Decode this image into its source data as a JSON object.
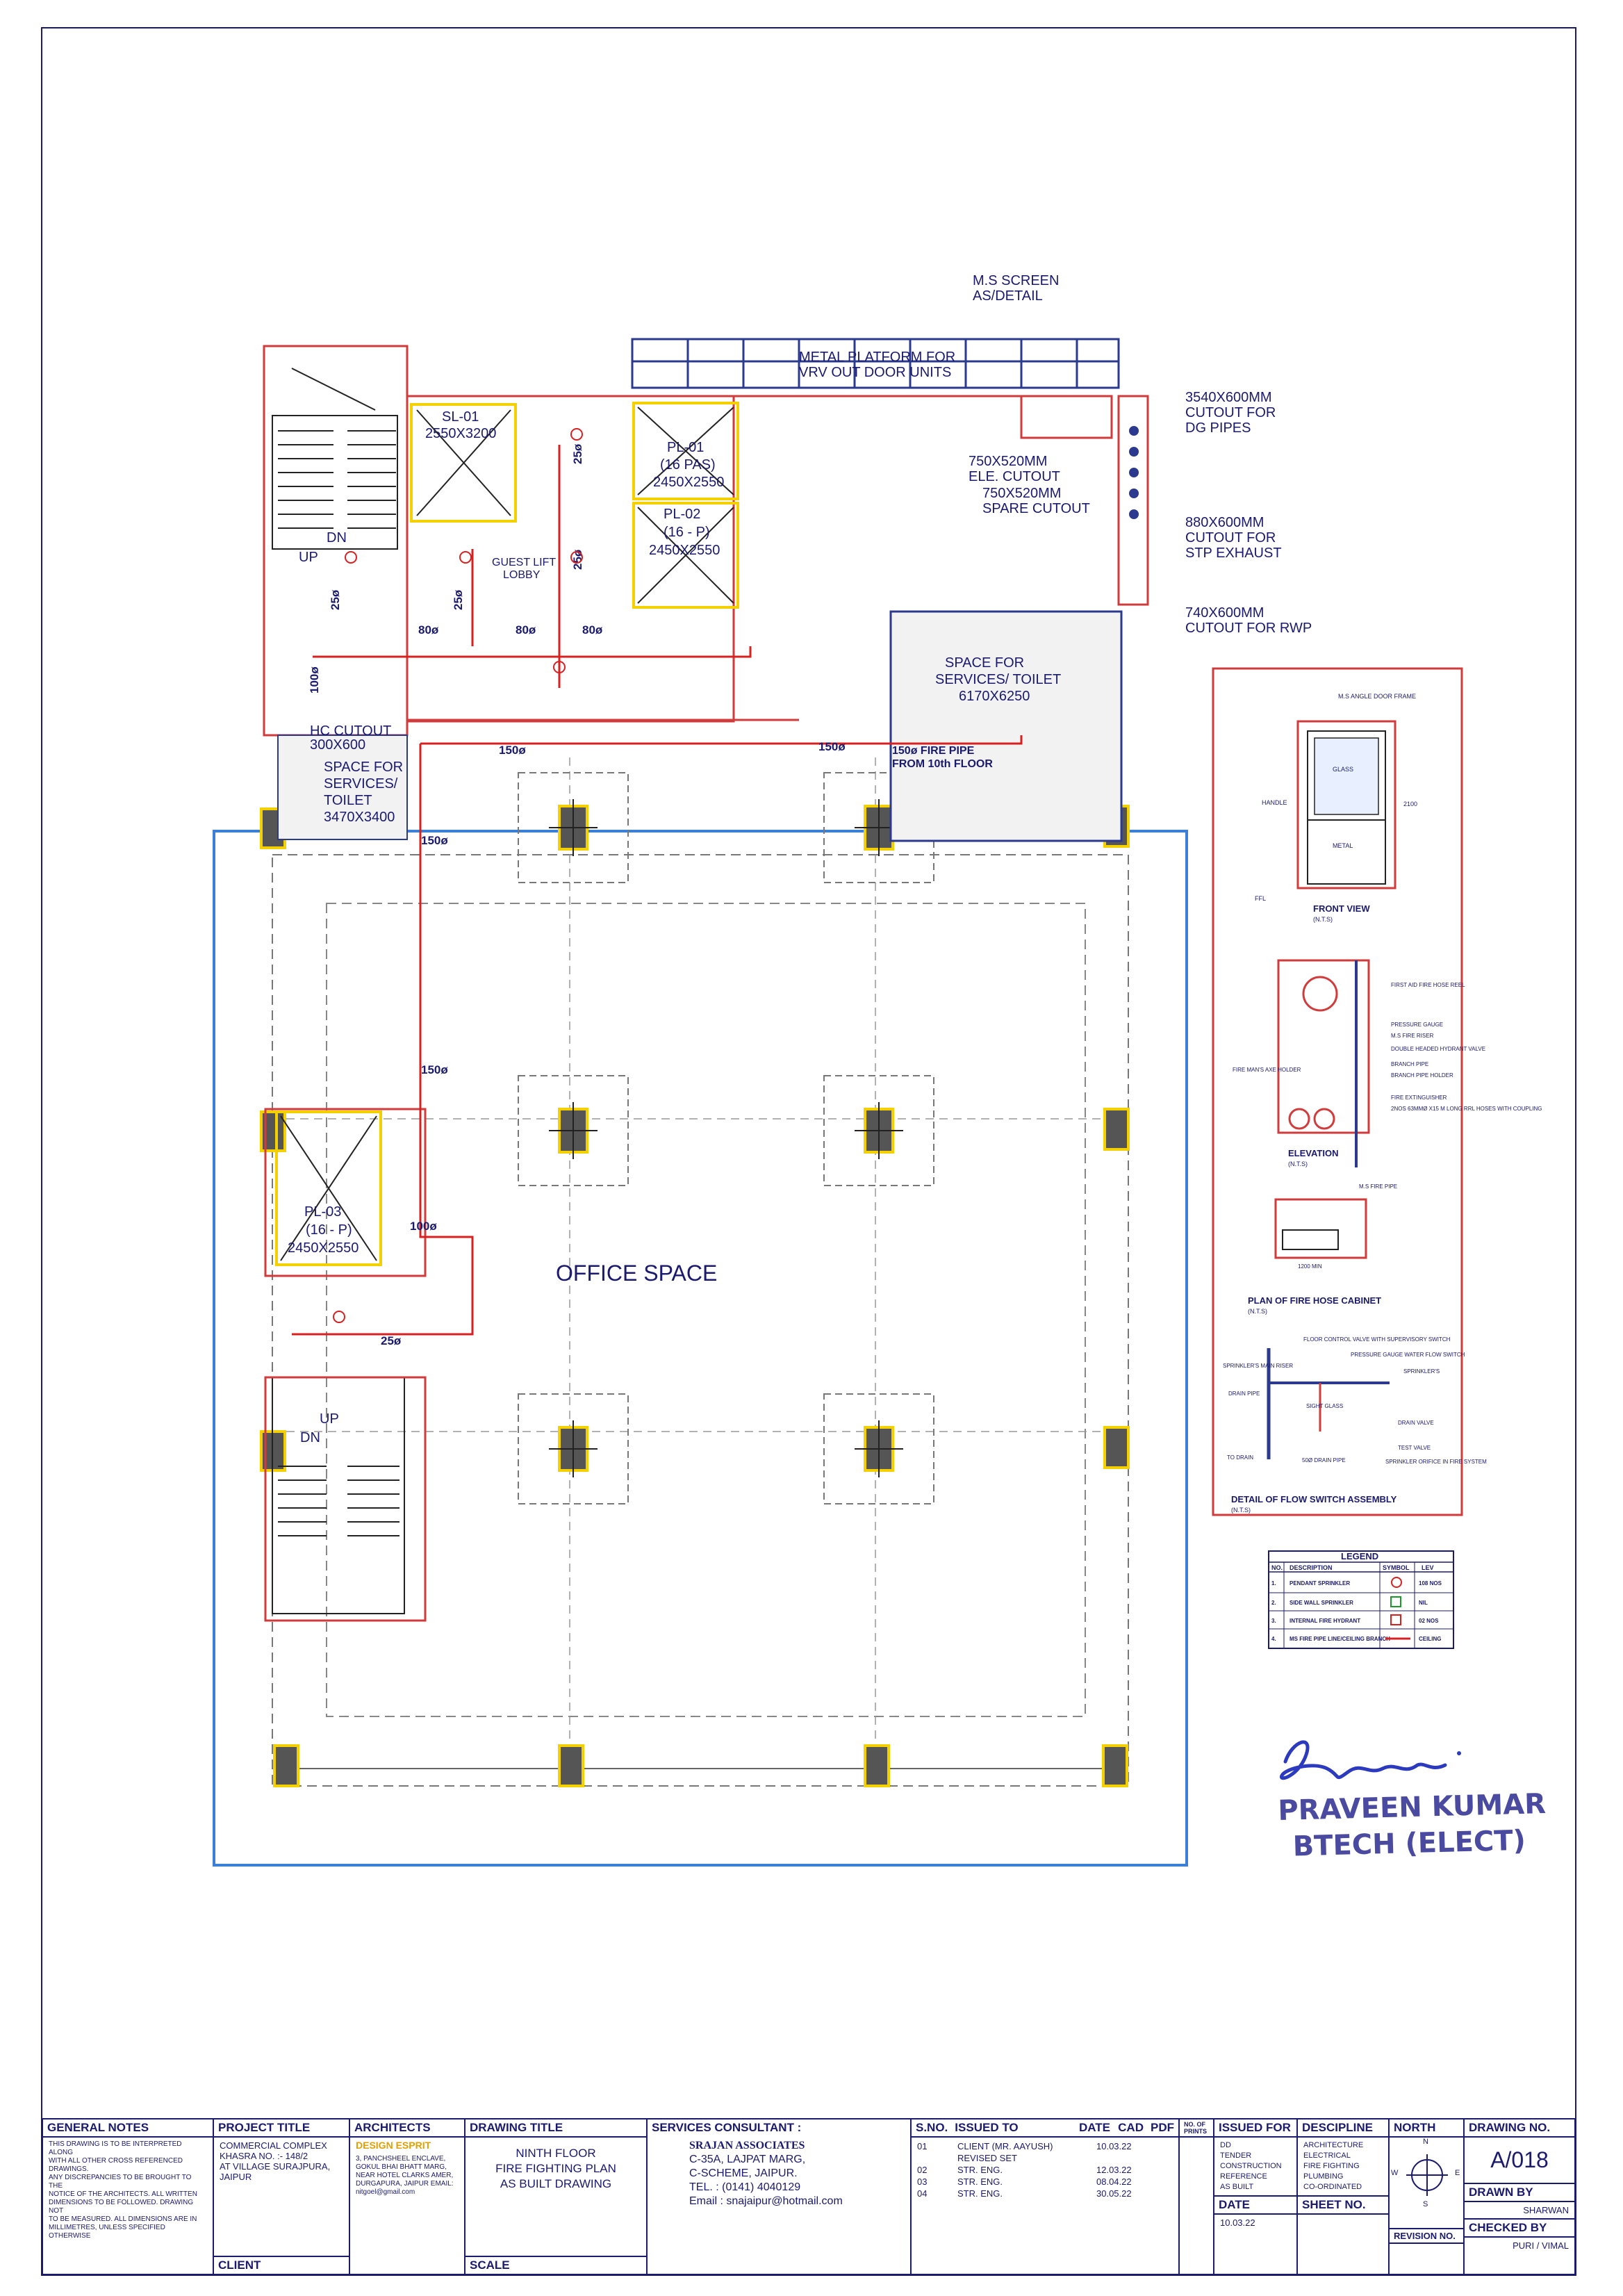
{
  "plan": {
    "ms_screen": "M.S SCREEN",
    "ms_screen_detail": "AS/DETAIL",
    "metal_platform_1": "METAL PLATFORM FOR",
    "metal_platform_2": "VRV OUT DOOR UNITS",
    "cutout_dg_1": "3540X600MM",
    "cutout_dg_2": "CUTOUT FOR",
    "cutout_dg_3": "DG PIPES",
    "cutout_stp_1": "880X600MM",
    "cutout_stp_2": "CUTOUT FOR",
    "cutout_stp_3": "STP EXHAUST",
    "cutout_rwp_1": "740X600MM",
    "cutout_rwp_2": "CUTOUT FOR RWP",
    "ele_cutout_1": "750X520MM",
    "ele_cutout_2": "ELE. CUTOUT",
    "spare_cutout_1": "750X520MM",
    "spare_cutout_2": "SPARE CUTOUT",
    "sl01_1": "SL-01",
    "sl01_2": "2550X3200",
    "pl01_1": "PL-01",
    "pl01_2": "(16 PAS)",
    "pl01_3": "2450X2550",
    "pl02_1": "PL-02",
    "pl02_2": "(16 - P)",
    "pl02_3": "2450X2550",
    "pl03_1": "PL-03",
    "pl03_2": "(16 - P)",
    "pl03_3": "2450X2550",
    "lobby_1": "GUEST LIFT",
    "lobby_2": "LOBBY",
    "up1": "UP",
    "dn1": "DN",
    "up2": "UP",
    "dn2": "DN",
    "services_toilet_1": "SPACE FOR",
    "services_toilet_2": "SERVICES/ TOILET",
    "services_toilet_3": "6170X6250",
    "services_left_1": "SPACE FOR",
    "services_left_2": "SERVICES/",
    "services_left_3": "TOILET",
    "services_left_4": "3470X3400",
    "hc_cutout_1": "HC CUTOUT",
    "hc_cutout_2": "300X600",
    "fire_pipe_1": "150ø FIRE PIPE",
    "fire_pipe_2": "FROM 10th FLOOR",
    "office_space": "OFFICE SPACE",
    "pipe_150a": "150ø",
    "pipe_150b": "150ø",
    "pipe_150c": "150ø",
    "pipe_150d": "150ø",
    "pipe_80a": "80ø",
    "pipe_80b": "80ø",
    "pipe_80c": "80ø",
    "pipe_25a": "25ø",
    "pipe_25b": "25ø",
    "pipe_25c": "25ø",
    "pipe_25d": "25ø",
    "pipe_25e": "25ø",
    "pipe_100a": "100ø",
    "pipe_100b": "100ø"
  },
  "details": {
    "front_view_title": "FRONT VIEW",
    "nts1": "(N.T.S)",
    "ms_angle": "M.S ANGLE DOOR FRAME",
    "glass": "GLASS",
    "handle": "HANDLE",
    "metal": "METAL",
    "h2100": "2100",
    "ffl": "FFL",
    "elevation_title": "ELEVATION",
    "nts2": "(N.T.S)",
    "first_aid": "FIRST AID FIRE HOSE REEL",
    "pressure_gauge": "PRESSURE GAUGE",
    "ms_fire_riser": "M.S FIRE RISER",
    "double_headed": "DOUBLE HEADED HYDRANT VALVE",
    "branch_pipe": "BRANCH PIPE",
    "branch_holder": "BRANCH PIPE HOLDER",
    "fire_ext": "FIRE EXTINGUISHER",
    "hoses": "2NOS 63MMØ X15 M LONG RRL HOSES WITH COUPLING",
    "fire_man": "FIRE MAN'S AXE HOLDER",
    "plan_fhc_title": "PLAN OF FIRE HOSE CABINET",
    "nts3": "(N.T.S)",
    "ms_fire_pipe": "M.S FIRE PIPE",
    "d1200": "1200 MIN",
    "flow_title": "DETAIL OF FLOW SWITCH ASSEMBLY",
    "nts4": "(N.T.S)",
    "floor_control": "FLOOR CONTROL VALVE WITH SUPERVISORY SWITCH",
    "pg_wfs": "PRESSURE GAUGE WATER FLOW SWITCH",
    "sprinkler_main": "SPRINKLER'S MAIN RISER",
    "sprinklers": "SPRINKLER'S",
    "drain_pipe": "DRAIN PIPE",
    "sight_glass": "SIGHT GLASS",
    "drain_valve": "DRAIN VALVE",
    "test_valve": "TEST VALVE",
    "to_drain": "TO DRAIN",
    "drain_pipe_50": "50Ø DRAIN PIPE",
    "sprinkler_orifice": "SPRINKLER ORIFICE IN FIRE SYSTEM"
  },
  "legend": {
    "title": "LEGEND",
    "headers": [
      "NO.",
      "DESCRIPTION",
      "SYMBOL",
      "LEV"
    ],
    "rows": [
      {
        "no": "1.",
        "desc": "PENDANT SPRINKLER",
        "lev": "108 NOS"
      },
      {
        "no": "2.",
        "desc": "SIDE WALL SPRINKLER",
        "lev": "NIL"
      },
      {
        "no": "3.",
        "desc": "INTERNAL FIRE HYDRANT",
        "lev": "02 NOS"
      },
      {
        "no": "4.",
        "desc": "MS FIRE PIPE LINE/CEILING BRANCH",
        "lev": "CEILING"
      }
    ]
  },
  "stamp": {
    "line1": "PRAVEEN KUMAR",
    "line2": "BTECH (ELECT)"
  },
  "titleblock": {
    "general_notes_h": "GENERAL NOTES",
    "general_notes": [
      "THIS DRAWING IS TO BE INTERPRETED ALONG",
      "WITH ALL OTHER CROSS REFERENCED DRAWINGS.",
      "ANY DISCREPANCIES TO BE BROUGHT TO THE",
      "NOTICE OF THE ARCHITECTS. ALL WRITTEN",
      "DIMENSIONS TO BE FOLLOWED. DRAWING NOT",
      "TO BE MEASURED. ALL DIMENSIONS ARE IN",
      "MILLIMETRES, UNLESS SPECIFIED OTHERWISE"
    ],
    "project_title_h": "PROJECT TITLE",
    "project": [
      "COMMERCIAL COMPLEX",
      "KHASRA NO. :- 148/2",
      "AT VILLAGE SURAJPURA,",
      "JAIPUR"
    ],
    "client_h": "CLIENT",
    "architects_h": "ARCHITECTS",
    "architect_name": "DESIGN ESPRIT",
    "architect_addr": [
      "3, PANCHSHEEL ENCLAVE,",
      "GOKUL BHAI BHATT MARG,",
      "NEAR HOTEL CLARKS AMER,",
      "DURGAPURA, JAIPUR EMAIL:",
      "nitgoel@gmail.com"
    ],
    "drawing_title_h": "DRAWING TITLE",
    "drawing_title": [
      "NINTH FLOOR",
      "FIRE FIGHTING PLAN",
      "AS BUILT DRAWING"
    ],
    "scale_h": "SCALE",
    "services_h": "SERVICES CONSULTANT :",
    "services": [
      "SRAJAN ASSOCIATES",
      "C-35A, LAJPAT MARG,",
      "C-SCHEME, JAIPUR.",
      "TEL.   : (0141) 4040129",
      "Email  : snajaipur@hotmail.com"
    ],
    "sno_h": "S.NO.",
    "issued_to_h": "ISSUED TO",
    "date_h": "DATE",
    "cad_h": "CAD",
    "pdf_h": "PDF",
    "no_prints_h": "NO. OF PRINTS",
    "revisions": [
      {
        "sno": "01",
        "to": "CLIENT (MR. AAYUSH) REVISED SET",
        "date": "10.03.22"
      },
      {
        "sno": "02",
        "to": "STR. ENG.",
        "date": "12.03.22"
      },
      {
        "sno": "03",
        "to": "STR. ENG.",
        "date": "08.04.22"
      },
      {
        "sno": "04",
        "to": "STR. ENG.",
        "date": "30.05.22"
      }
    ],
    "issued_for_h": "ISSUED FOR",
    "issued_for": [
      "DD",
      "TENDER",
      "CONSTRUCTION",
      "REFERENCE",
      "AS BUILT"
    ],
    "date2_h": "DATE",
    "date2": "10.03.22",
    "discipline_h": "DESCIPLINE",
    "discipline": [
      "ARCHITECTURE",
      "ELECTRICAL",
      "FIRE FIGHTING",
      "PLUMBING",
      "CO-ORDINATED"
    ],
    "sheet_no_h": "SHEET NO.",
    "north_h": "NORTH",
    "north_letters": [
      "N",
      "W",
      "S",
      "E"
    ],
    "revision_no_h": "REVISION NO.",
    "drawing_no_h": "DRAWING NO.",
    "drawing_no": "A/018",
    "drawn_by_h": "DRAWN BY",
    "drawn_by": "SHARWAN",
    "checked_by_h": "CHECKED BY",
    "checked_by": "PURI / VIMAL"
  }
}
